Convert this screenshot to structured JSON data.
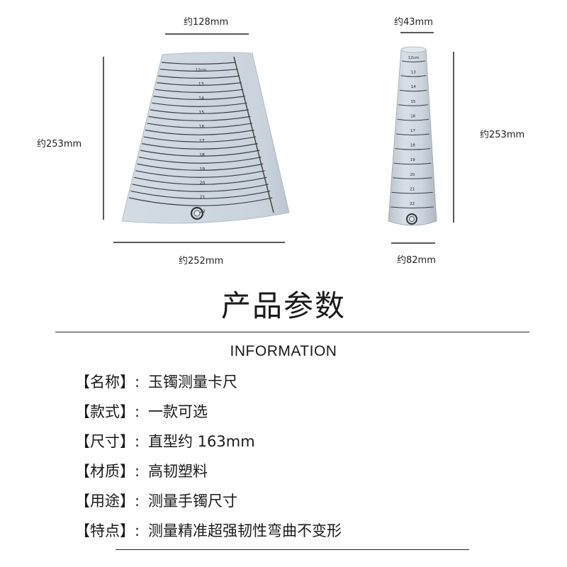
{
  "dimensions": {
    "flat_top": "约128mm",
    "flat_height": "约253mm",
    "flat_bottom": "约252mm",
    "cone_top": "约43mm",
    "cone_height": "约253mm",
    "cone_bottom": "约82mm"
  },
  "flat_ruler": {
    "first_label": "12cm",
    "labels": [
      "13",
      "14",
      "15",
      "16",
      "17",
      "18",
      "19",
      "20",
      "21",
      "22"
    ]
  },
  "cone_ruler": {
    "first_label": "12cm",
    "labels": [
      "13",
      "14",
      "15",
      "16",
      "17",
      "18",
      "19",
      "20",
      "21",
      "22"
    ]
  },
  "product_color": "#cdd6e0",
  "title": "产品参数",
  "subtitle": "INFORMATION",
  "specs": [
    {
      "label": "【名称】:",
      "value": "玉镯测量卡尺"
    },
    {
      "label": "【款式】:",
      "value": "一款可选"
    },
    {
      "label": "【尺寸】:",
      "value": "直型约 163mm"
    },
    {
      "label": "【材质】:",
      "value": "高韧塑料"
    },
    {
      "label": "【用途】:",
      "value": "测量手镯尺寸"
    },
    {
      "label": "【特点】:",
      "value": "测量精准超强韧性弯曲不变形"
    }
  ]
}
